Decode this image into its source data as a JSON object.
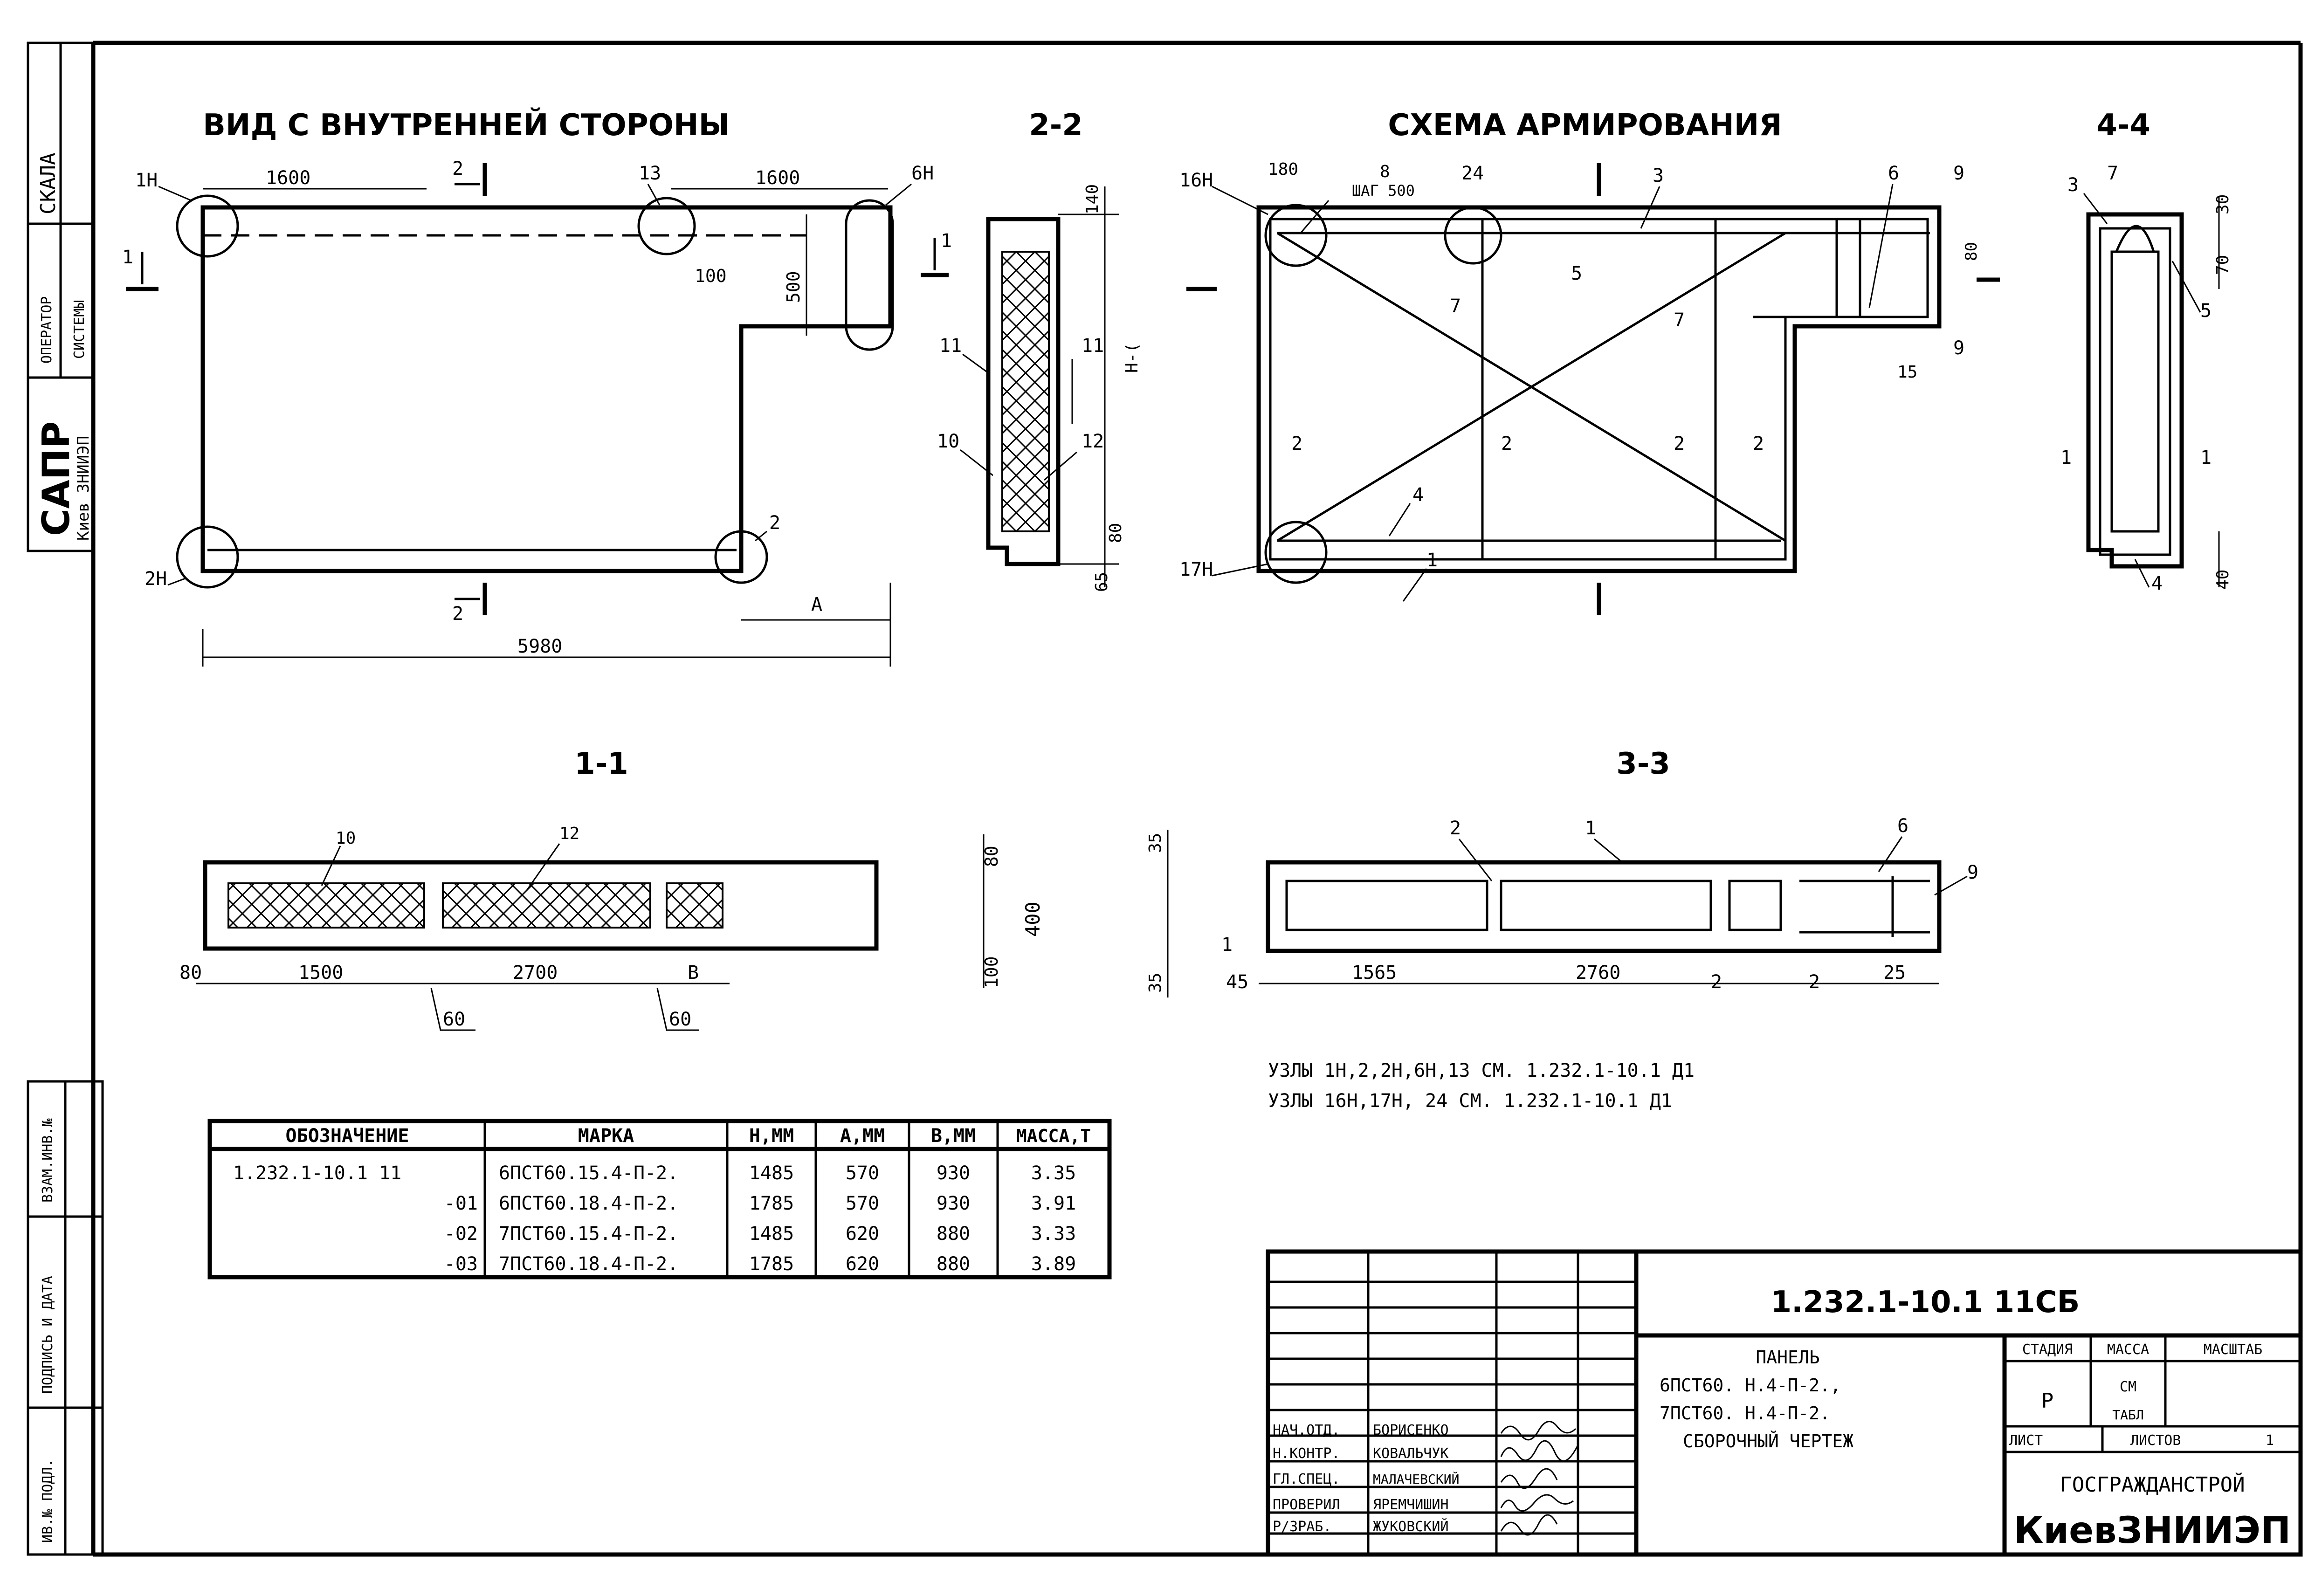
{
  "views": {
    "inner_view_title": "ВИД С ВНУТРЕННЕЙ СТОРОНЫ",
    "section_22_title": "2-2",
    "reinforcement_title": "СХЕМА АРМИРОВАНИЯ",
    "section_44_title": "4-4",
    "section_11_title": "1-1",
    "section_33_title": "3-3"
  },
  "inner_view": {
    "dim_1600_left": "1600",
    "dim_1600_right": "1600",
    "dim_100": "100",
    "dim_500": "500",
    "dim_5980": "5980",
    "dim_a": "А",
    "node_1h": "1Н",
    "node_13": "13",
    "node_6h": "6Н",
    "node_2h": "2Н",
    "node_2": "2",
    "cut_1": "1",
    "cut_2": "2"
  },
  "section_22": {
    "dim_140": "140",
    "dim_80": "80",
    "dim_65": "65",
    "dim_h": "Н-(",
    "pos_11a": "11",
    "pos_11b": "11",
    "pos_10": "10",
    "pos_12": "12"
  },
  "reinforcement": {
    "node_16h": "16Н",
    "node_17h": "17Н",
    "node_24": "24",
    "dim_180": "180",
    "pos_8": "8",
    "step": "ШАГ 500",
    "pos_3": "3",
    "pos_4": "4",
    "pos_5": "5",
    "pos_6": "6",
    "pos_7": "7",
    "pos_9": "9",
    "pos_2": "2",
    "pos_1": "1",
    "dim_80": "80",
    "dim_15": "15"
  },
  "section_44": {
    "pos_3": "3",
    "pos_7": "7",
    "pos_5": "5",
    "pos_1": "1",
    "pos_4": "4",
    "dim_30": "30",
    "dim_70": "70",
    "dim_40": "40"
  },
  "section_11": {
    "pos_10": "10",
    "pos_12": "12",
    "dim_80": "80",
    "dim_1500": "1500",
    "dim_2700": "2700",
    "dim_b": "В",
    "dim_60a": "60",
    "dim_60b": "60",
    "dim_v80": "80",
    "dim_400": "400",
    "dim_100": "100"
  },
  "section_33": {
    "pos_2": "2",
    "pos_1": "1",
    "pos_6": "6",
    "pos_9": "9",
    "dim_35a": "35",
    "dim_35b": "35",
    "dim_45": "45",
    "dim_1565": "1565",
    "dim_2760": "2760",
    "dim_25": "25"
  },
  "notes": [
    "УЗЛЫ  1Н,2,2Н,6Н,13 СМ.  1.232.1-10.1 Д1",
    "УЗЛЫ 16Н,17Н, 24    СМ.  1.232.1-10.1 Д1"
  ],
  "spec_table": {
    "headers": [
      "ОБОЗНАЧЕНИЕ",
      "МАРКА",
      "Н,ММ",
      "А,ММ",
      "В,ММ",
      "МАССА,Т"
    ],
    "rows": [
      [
        "1.232.1-10.1  11",
        "6ПСТ60.15.4-П-2.",
        "1485",
        "570",
        "930",
        "3.35"
      ],
      [
        "-01",
        "6ПСТ60.18.4-П-2.",
        "1785",
        "570",
        "930",
        "3.91"
      ],
      [
        "-02",
        "7ПСТ60.15.4-П-2.",
        "1485",
        "620",
        "880",
        "3.33"
      ],
      [
        "-03",
        "7ПСТ60.18.4-П-2.",
        "1785",
        "620",
        "880",
        "3.89"
      ]
    ]
  },
  "title_block": {
    "code": "1.232.1-10.1  11СБ",
    "name_lines": [
      "ПАНЕЛЬ",
      "6ПСТ60. Н.4-П-2.,",
      "7ПСТ60. Н.4-П-2.",
      "СБОРОЧНЫЙ  ЧЕРТЕЖ"
    ],
    "stage_hdr": "СТАДИЯ",
    "mass_hdr": "МАССА",
    "scale_hdr": "МАСШТАБ",
    "stage_val": "Р",
    "mass_val1": "СМ",
    "mass_val2": "ТАБЛ",
    "sheet_lbl": "ЛИСТ",
    "sheets_lbl": "ЛИСТОВ",
    "sheets_val": "1",
    "org1": "ГОСГРАЖДАНСТРОЙ",
    "org2": "КиевЗНИИЭП",
    "staff": [
      {
        "role": "НАЧ.ОТД.",
        "name": "БОРИСЕНКО"
      },
      {
        "role": "Н.КОНТР.",
        "name": "КОВАЛЬЧУК"
      },
      {
        "role": "ГЛ.СПЕЦ.",
        "name": "МАЛАЧЕВСКИЙ"
      },
      {
        "role": "ПРОВЕРИЛ",
        "name": "ЯРЕМЧИШИН"
      },
      {
        "role": "Р/ЗРАБ.",
        "name": "ЖУКОВСКИЙ"
      }
    ]
  },
  "side_stamp": {
    "skala": "СКАЛА",
    "operator": "ОПЕРАТОР",
    "sistemy": "СИСТЕМЫ",
    "sapr": "САПР",
    "kiev": "Киев ЗНИИЭП",
    "vzam": "ВЗАМ.ИНВ.№",
    "podpis": "ПОДПИСЬ И ДАТА",
    "inv": "ИВ.№ ПОДЛ."
  }
}
